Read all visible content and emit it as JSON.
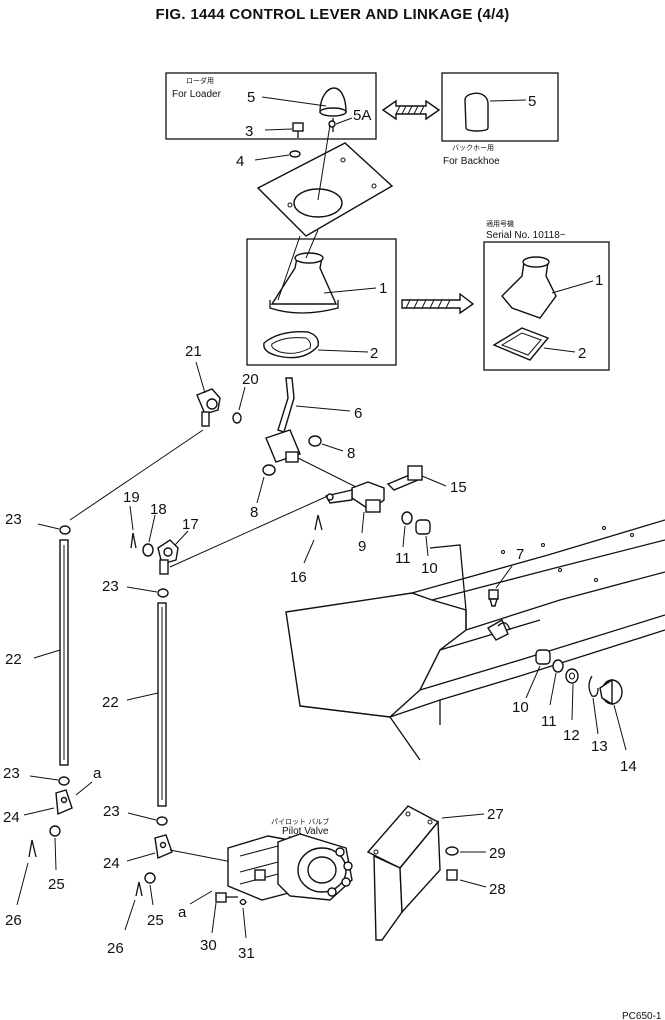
{
  "title": "FIG. 1444  CONTROL LEVER AND LINKAGE (4/4)",
  "notes": {
    "loader_jp": "ローダ用",
    "loader_en": "For Loader",
    "backhoe_jp": "バックホー用",
    "backhoe_en": "For Backhoe",
    "serial_jp": "適用号機",
    "serial_en": "Serial No. 10118~",
    "pilot_jp": "パイロット バルブ",
    "pilot_en": "Pilot Valve",
    "ref_a1": "a",
    "ref_a2": "a",
    "drawing_no": "PC650-1"
  },
  "callouts": {
    "c1": "1",
    "c1b": "1",
    "c2": "2",
    "c2b": "2",
    "c3": "3",
    "c4": "4",
    "c5": "5",
    "c5b": "5",
    "c5a": "5A",
    "c6": "6",
    "c7": "7",
    "c8a": "8",
    "c8b": "8",
    "c9": "9",
    "c10a": "10",
    "c10b": "10",
    "c11a": "11",
    "c11b": "11",
    "c12": "12",
    "c13": "13",
    "c14": "14",
    "c15": "15",
    "c16": "16",
    "c17": "17",
    "c18": "18",
    "c19": "19",
    "c20": "20",
    "c21": "21",
    "c22a": "22",
    "c22b": "22",
    "c23a": "23",
    "c23b": "23",
    "c23c": "23",
    "c23d": "23",
    "c24a": "24",
    "c24b": "24",
    "c25a": "25",
    "c25b": "25",
    "c26a": "26",
    "c26b": "26",
    "c27": "27",
    "c28": "28",
    "c29": "29",
    "c30": "30",
    "c31": "31"
  }
}
